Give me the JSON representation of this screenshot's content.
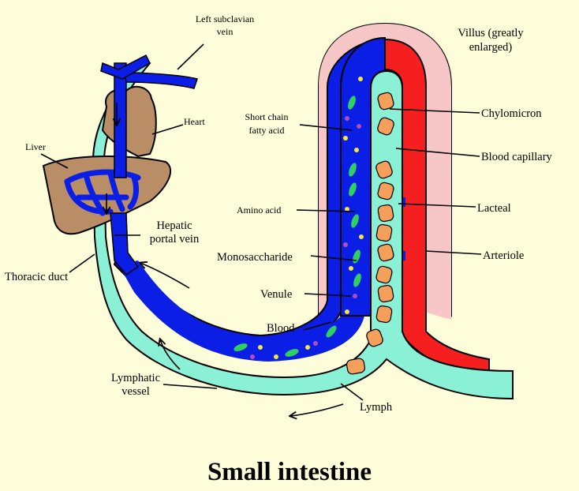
{
  "title": "Small intestine",
  "labels": {
    "left_subclavian_vein_l1": "Left subclavian",
    "left_subclavian_vein_l2": "vein",
    "heart": "Heart",
    "liver": "Liver",
    "hepatic_portal_vein_l1": "Hepatic",
    "hepatic_portal_vein_l2": "portal vein",
    "thoracic_duct": "Thoracic duct",
    "villus_l1": "Villus (greatly",
    "villus_l2": "enlarged)",
    "short_chain_fatty_acid_l1": "Short chain",
    "short_chain_fatty_acid_l2": "fatty acid",
    "chylomicron": "Chylomicron",
    "blood_capillary": "Blood capillary",
    "amino_acid": "Amino acid",
    "lacteal": "Lacteal",
    "monosaccharide": "Monosaccharide",
    "arteriole": "Arteriole",
    "venule": "Venule",
    "blood": "Blood",
    "lymphatic_vessel_l1": "Lymphatic",
    "lymphatic_vessel_l2": "vessel",
    "lymph": "Lymph"
  },
  "colors": {
    "background": "#fefdd9",
    "vein_blue": "#0a1ee6",
    "artery_red": "#f51f1f",
    "lymph_teal": "#8af0d6",
    "villus_pink": "#f7c6c6",
    "organ_tan": "#b98d66",
    "chylomicron_orange": "#f5a05a",
    "nutrient_green": "#30d060",
    "nutrient_yellow": "#f5e73a",
    "nutrient_purple": "#b050c0"
  }
}
